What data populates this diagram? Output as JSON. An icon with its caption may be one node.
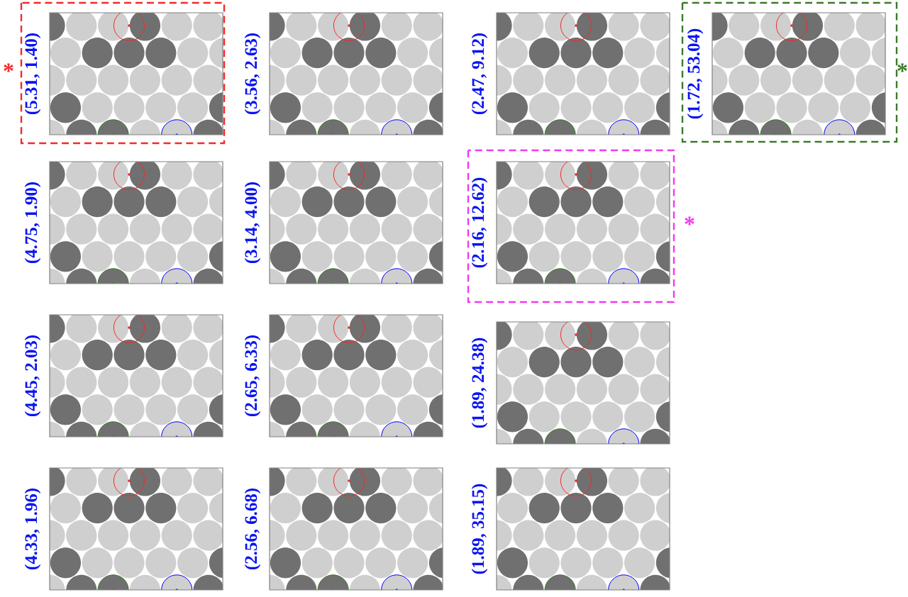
{
  "diagram": {
    "labels": [
      "*",
      "(5.31, 1.40)",
      "(3.56, 2.63)",
      "(2.47, 9.12)",
      "(1.72, 53.04)",
      "*",
      "(4.75, 1.90)",
      "(3.14, 4.00)",
      "(2.16, 12.62)",
      "*",
      "(4.45, 2.03)",
      "(2.65, 6.33)",
      "(1.89, 24.38)",
      "(4.33, 1.96)",
      "(2.56, 6.68)",
      "(1.89, 35.15)"
    ]
  }
}
